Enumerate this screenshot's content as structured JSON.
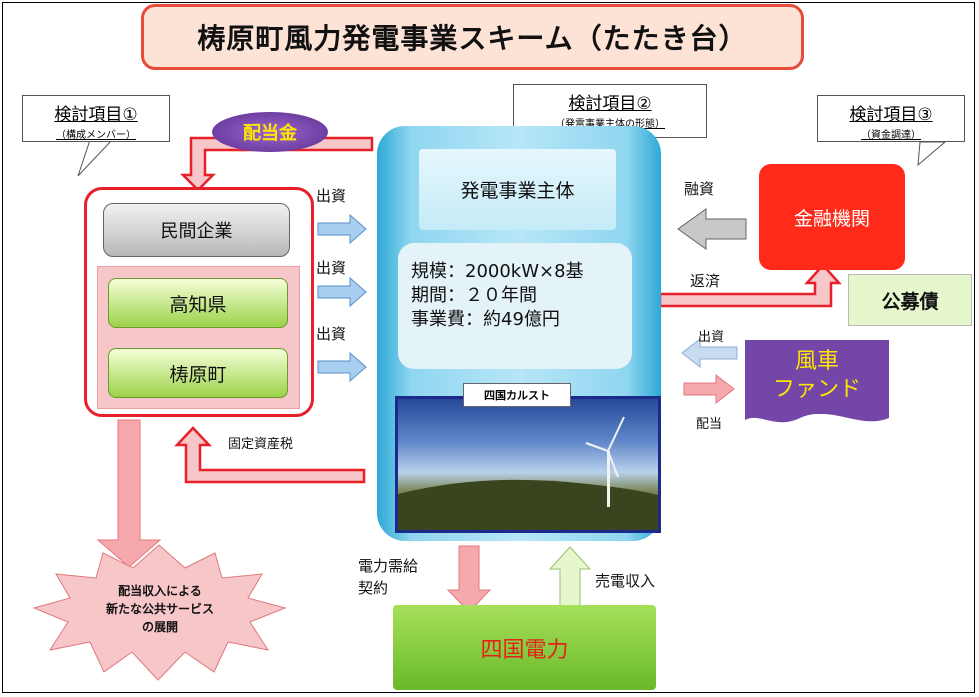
{
  "title": "梼原町風力発電事業スキーム（たたき台）",
  "callouts": {
    "item1": {
      "heading": "検討項目①",
      "sub": "（構成メンバー）"
    },
    "item2": {
      "heading": "検討項目②",
      "sub": "（発電事業主体の形態）"
    },
    "item3": {
      "heading": "検討項目③",
      "sub": "（資金調達）"
    }
  },
  "dividend_oval": "配当金",
  "members": {
    "private_company": "民間企業",
    "prefecture": "高知県",
    "town": "梼原町"
  },
  "investment_labels": [
    "出資",
    "出資",
    "出資"
  ],
  "entity": {
    "name": "発電事業主体",
    "spec_lines": [
      "規模：2000kW×8基",
      "期間：２０年間",
      "事業費：約49億円"
    ],
    "photo_label": "四国カルスト"
  },
  "fixed_asset_tax": "固定資産税",
  "finance": {
    "bank": "金融機関",
    "loan": "融資",
    "repay": "返済",
    "public_bond": "公募債"
  },
  "fund": {
    "name_line1": "風車",
    "name_line2": "ファンド",
    "invest": "出資",
    "dividend": "配当"
  },
  "power": {
    "company": "四国電力",
    "contract_line1": "電力需給",
    "contract_line2": "契約",
    "sales_income": "売電収入"
  },
  "starburst_text": [
    "配当収入による",
    "新たな公共サービス",
    "の展開"
  ]
}
